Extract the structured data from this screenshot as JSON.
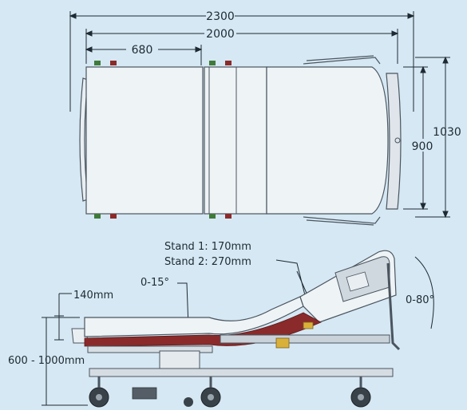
{
  "top_view": {
    "dim_total_length": "2300",
    "dim_mattress_length": "2000",
    "dim_head_section": "680",
    "dim_total_width": "1030",
    "dim_mattress_width": "900"
  },
  "side_view": {
    "label_extension_1": "Stand 1: 170mm",
    "label_extension_2": "Stand 2: 270mm",
    "label_foot_tilt": "0-15°",
    "label_rail_height": "140mm",
    "label_back_angle": "0-80°",
    "label_bed_height": "600 - 1000mm"
  },
  "colors": {
    "background": "#d6e8f3",
    "frame": "#e8eef2",
    "outline": "#4a5560",
    "accent_red": "#8b2a2a",
    "accent_yellow": "#d9b13a"
  }
}
